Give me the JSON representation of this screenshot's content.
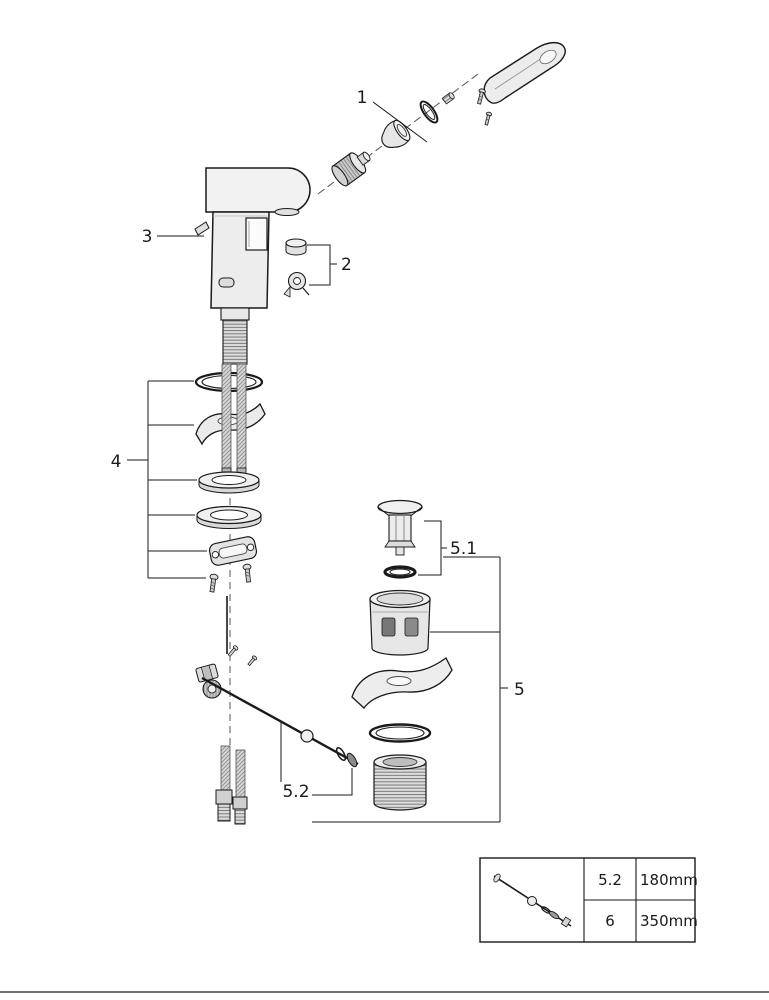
{
  "callouts": {
    "c1": "1",
    "c2": "2",
    "c3": "3",
    "c4": "4",
    "c5": "5",
    "c5_1": "5.1",
    "c5_2": "5.2"
  },
  "table": {
    "rows": [
      {
        "part": "5.2",
        "length": "180mm"
      },
      {
        "part": "6",
        "length": "350mm"
      }
    ]
  },
  "colors": {
    "line": "#1a1a1a",
    "background": "#ffffff"
  }
}
